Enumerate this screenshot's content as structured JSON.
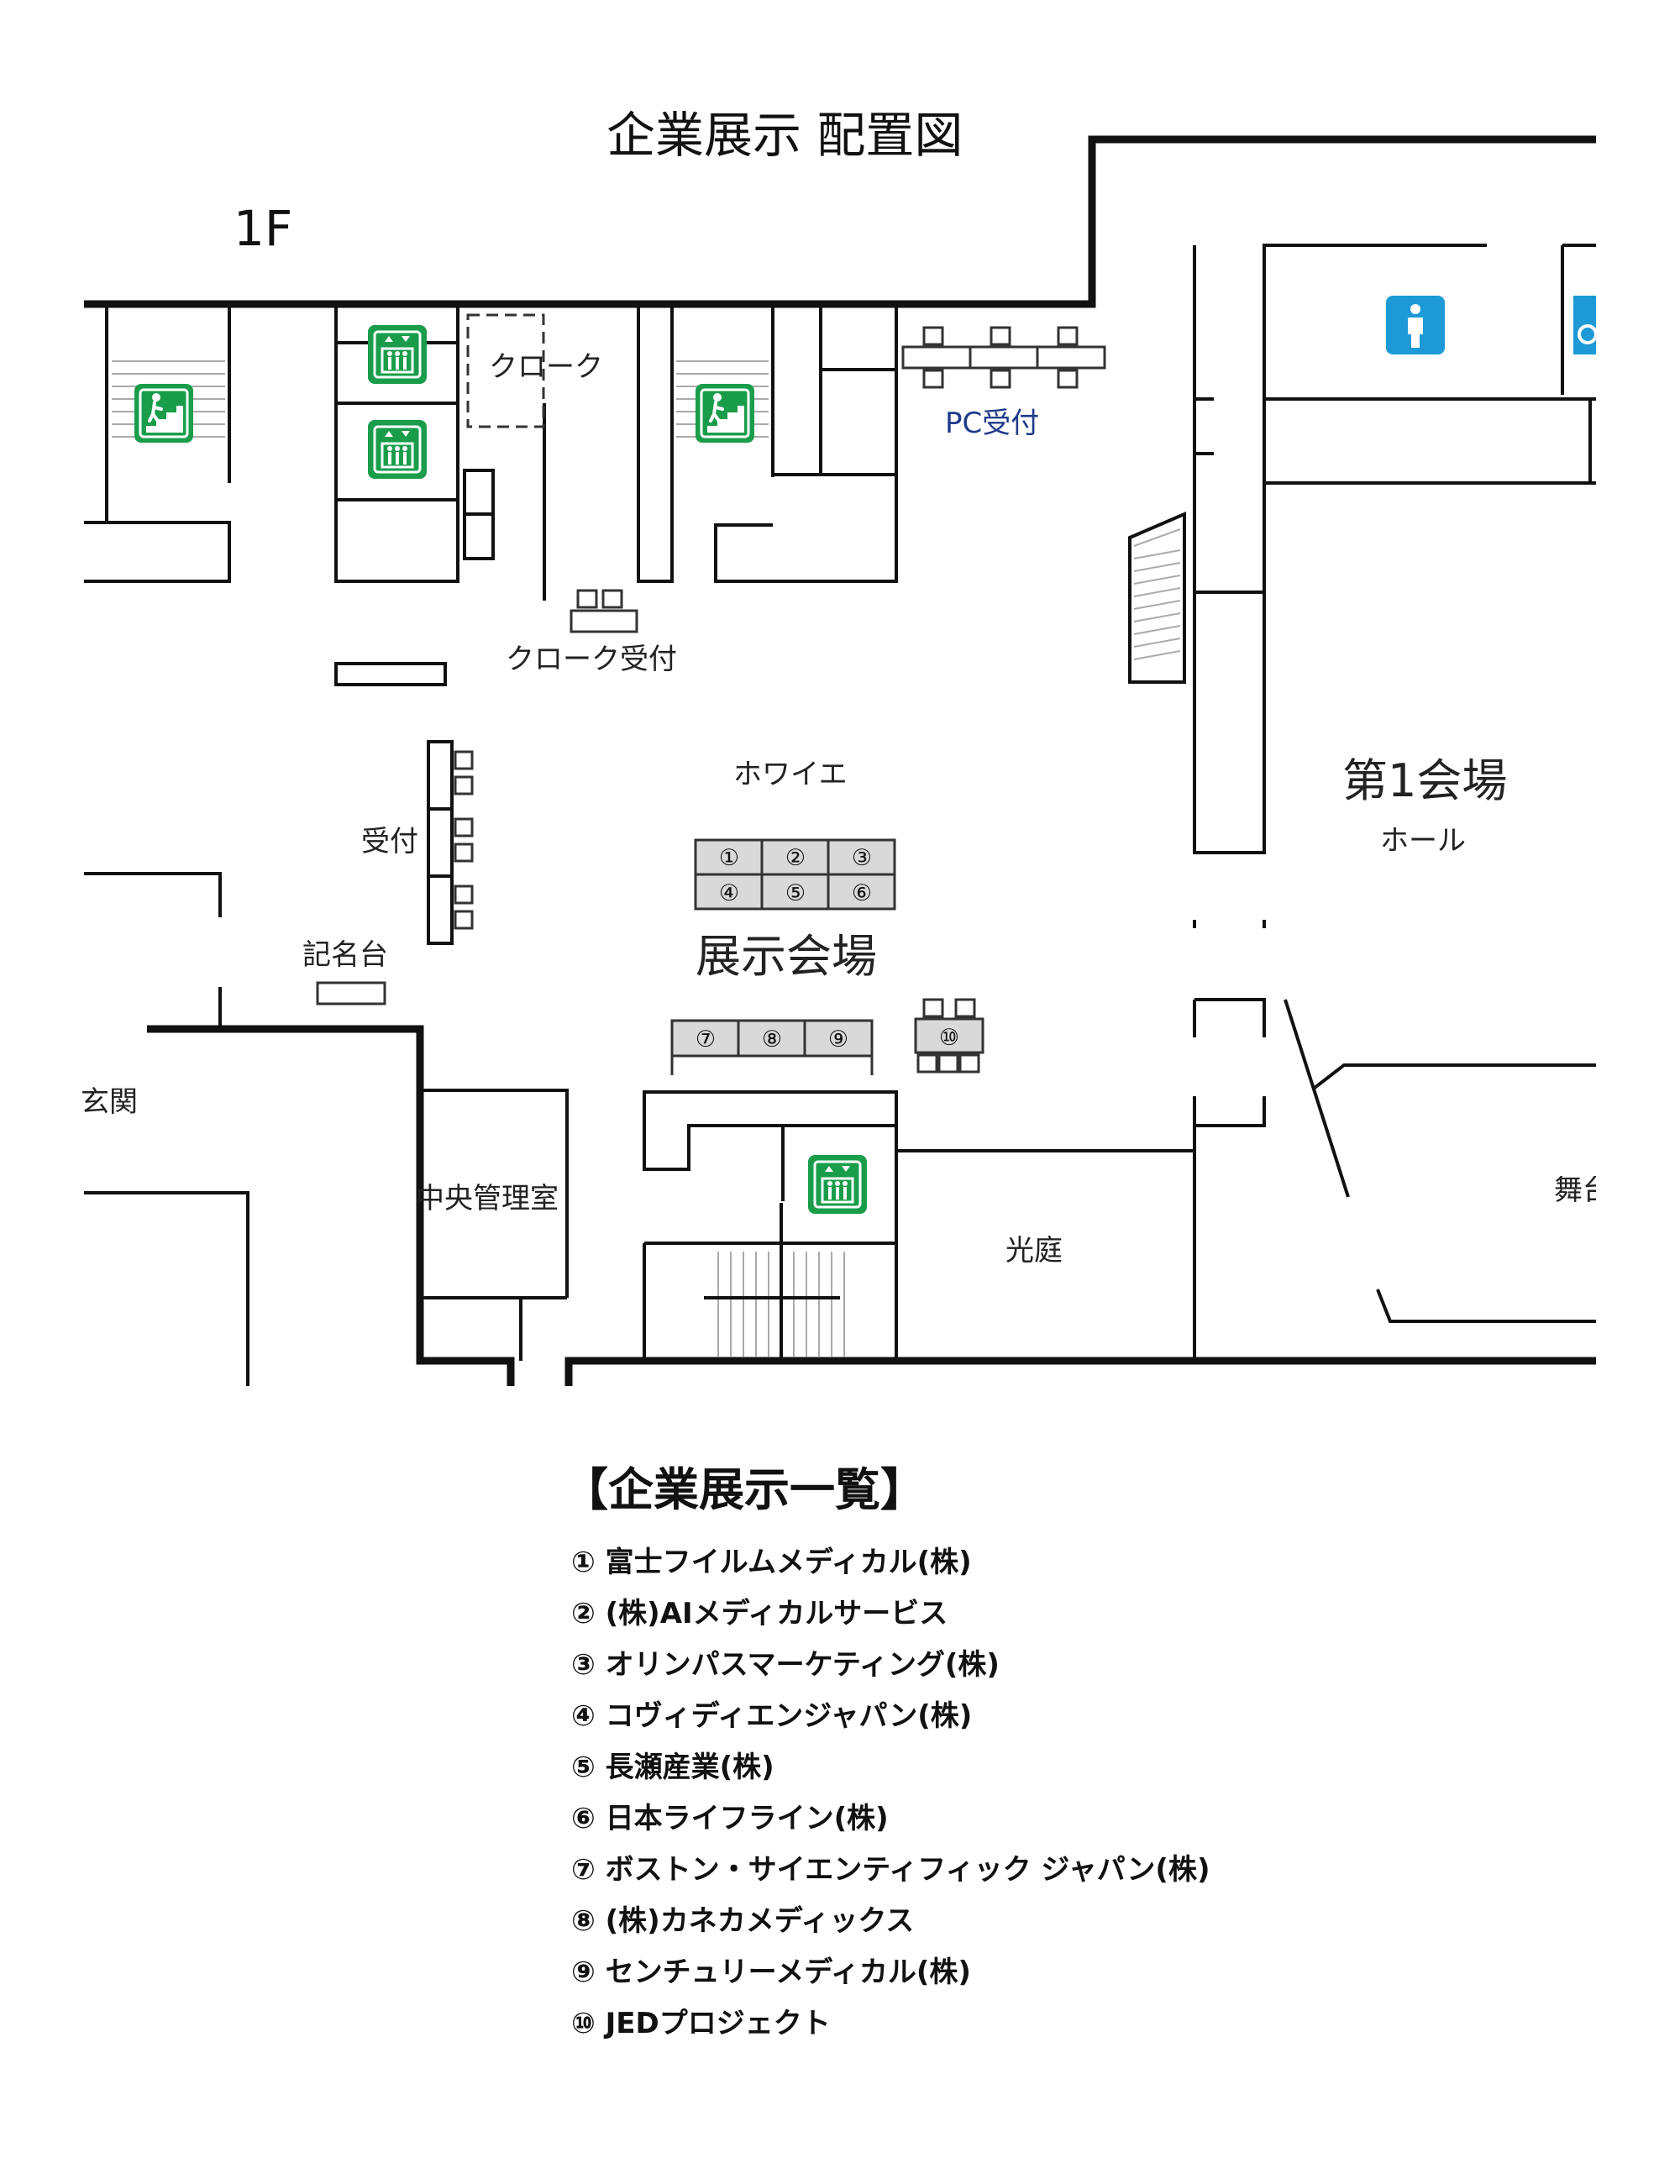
{
  "title": "企業展示 配置図",
  "floor": "1F",
  "rooms": {
    "cloak": "クローク",
    "pc_reception": "PC受付",
    "cloak_reception": "クローク受付",
    "foyer": "ホワイエ",
    "reception": "受付",
    "sign_desk": "記名台",
    "entrance": "玄関",
    "exhibit_hall": "展示会場",
    "central_control": "中央管理室",
    "courtyard": "光庭",
    "hall1": "第1会場",
    "hall1_sub": "ホール",
    "stage": "舞台"
  },
  "booths": [
    "①",
    "②",
    "③",
    "④",
    "⑤",
    "⑥",
    "⑦",
    "⑧",
    "⑨",
    "⑩"
  ],
  "icons": {
    "stairs": "stairs-icon",
    "elevator": "elevator-icon",
    "restroom_male": "restroom-male-icon",
    "restroom_accessible": "accessible-restroom-icon"
  },
  "colors": {
    "wall": "#111111",
    "green_sign": "#1a9d4b",
    "blue_sign": "#1d9ad6",
    "booth_fill": "#d9d9d9",
    "pc_text": "#1f3a8a"
  },
  "legend": {
    "title": "【企業展示一覧】",
    "items": [
      "① 富士フイルムメディカル(株)",
      "② (株)AIメディカルサービス",
      "③ オリンパスマーケティング(株)",
      "④ コヴィディエンジャパン(株)",
      "⑤ 長瀬産業(株)",
      "⑥ 日本ライフライン(株)",
      "⑦ ボストン・サイエンティフィック ジャパン(株)",
      "⑧ (株)カネカメディックス",
      "⑨ センチュリーメディカル(株)",
      "⑩ JEDプロジェクト"
    ]
  }
}
